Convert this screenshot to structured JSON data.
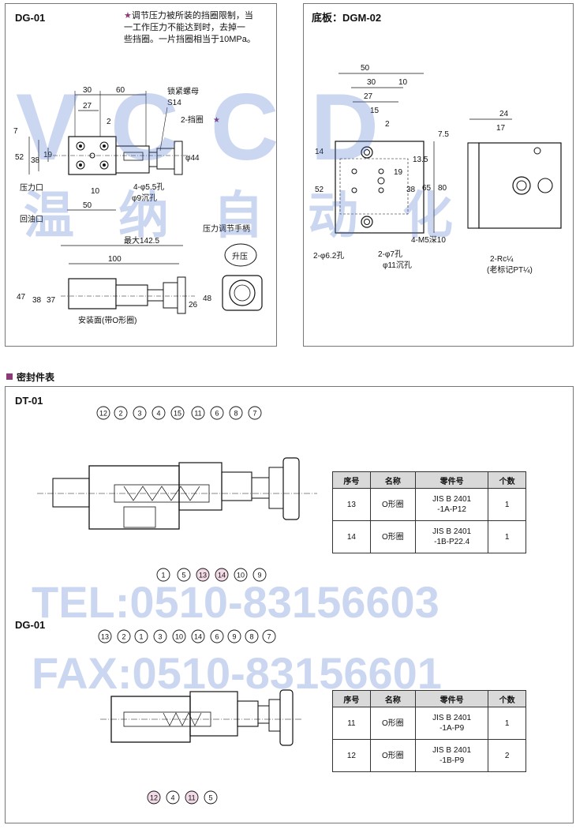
{
  "dg01_top": {
    "title": "DG-01",
    "note": [
      "调节压力被所装的挡圈限制，当",
      "一工作压力不能达到时，去掉一",
      "些挡圈。一片挡圈相当于10MPa。"
    ],
    "star": "★",
    "labels": {
      "locknut": "锁紧螺母",
      "s14": "S14",
      "retainer": "2-挡圈",
      "pressure_port": "压力口",
      "return_port": "回油口",
      "hole55": "4-φ5.5孔",
      "counterbore9": "φ9沉孔",
      "max1425": "最大142.5",
      "handle": "压力调节手柄",
      "raise": "升压",
      "mount_face": "安装面(带O形圈)"
    },
    "dims": {
      "d30": "30",
      "d60": "60",
      "d27": "27",
      "d2": "2",
      "d7": "7",
      "d52": "52",
      "d38": "38",
      "d19": "19",
      "d44": "φ44",
      "d10": "10",
      "d50": "50",
      "d100": "100",
      "d47": "47",
      "d38b": "38",
      "d37": "37",
      "d26": "26",
      "d48": "48"
    }
  },
  "dgm02": {
    "title": "底板：DGM-02",
    "dims": {
      "d50": "50",
      "d30": "30",
      "d10": "10",
      "d27": "27",
      "d15": "15",
      "d2": "2",
      "d75": "7.5",
      "d14": "14",
      "d135": "13.5",
      "d52": "52",
      "d19": "19",
      "d38": "38",
      "d65": "65",
      "d80": "80",
      "d24": "24",
      "d17": "17"
    },
    "labels": {
      "m5": "4-M5深10",
      "hole62": "2-φ6.2孔",
      "hole7": "2-φ7孔",
      "cb11": "φ11沉孔",
      "rc": "2-Rc¼",
      "rc_note": "(老标记PT¼)"
    }
  },
  "seal_title": "密封件表",
  "dt01": {
    "title": "DT-01",
    "top_nums": [
      "12",
      "2",
      "3",
      "4",
      "15",
      "11",
      "6",
      "8",
      "7"
    ],
    "bottom_nums": [
      "1",
      "5",
      "13",
      "14",
      "10",
      "9"
    ],
    "table": {
      "headers": [
        "序号",
        "名称",
        "零件号",
        "个数"
      ],
      "rows": [
        {
          "no": "13",
          "name": "O形圈",
          "part1": "JIS B 2401",
          "part2": "-1A-P12",
          "qty": "1"
        },
        {
          "no": "14",
          "name": "O形圈",
          "part1": "JIS B 2401",
          "part2": "-1B-P22.4",
          "qty": "1"
        }
      ]
    }
  },
  "dg01_seal": {
    "title": "DG-01",
    "top_nums": [
      "13",
      "2",
      "1",
      "3",
      "10",
      "14",
      "6",
      "9",
      "8",
      "7"
    ],
    "bottom_nums": [
      "12",
      "4",
      "11",
      "5"
    ],
    "table": {
      "headers": [
        "序号",
        "名称",
        "零件号",
        "个数"
      ],
      "rows": [
        {
          "no": "11",
          "name": "O形圈",
          "part1": "JIS B 2401",
          "part2": "-1A-P9",
          "qty": "1"
        },
        {
          "no": "12",
          "name": "O形圈",
          "part1": "JIS B 2401",
          "part2": "-1B-P9",
          "qty": "2"
        }
      ]
    }
  },
  "watermark": {
    "brand": "VCCD",
    "cn": [
      "温",
      "纳",
      "自",
      "动",
      "化"
    ],
    "tel": "TEL:0510-83156603",
    "fax": "FAX:0510-83156601"
  },
  "colors": {
    "highlight_circle": "#f2dbe6",
    "star": "#8e3a78",
    "watermark": "#466ec8"
  }
}
